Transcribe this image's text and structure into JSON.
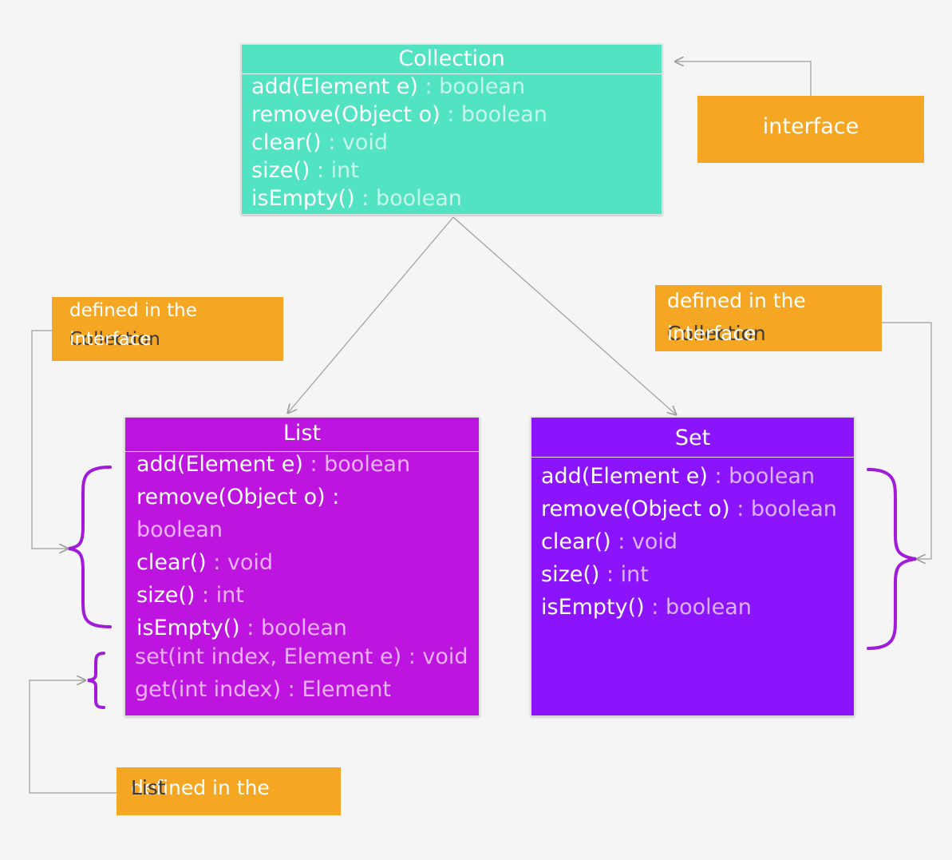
{
  "colors": {
    "background": "#f5f5f5",
    "collection": "#52e3c2",
    "list": "#be14e0",
    "set": "#8c14fc",
    "note": "#f5a623",
    "note_text": "#ffffff",
    "note_text_dark": "#3a3a3a",
    "brace": "#a01cd8",
    "connector": "#9e9e9e"
  },
  "collection": {
    "title": "Collection",
    "methods": [
      {
        "name": "add(Element e)",
        "type": " : boolean"
      },
      {
        "name": "remove(Object o)",
        "type": " : boolean"
      },
      {
        "name": "clear()",
        "type": " : void"
      },
      {
        "name": "size()",
        "type": " : int"
      },
      {
        "name": "isEmpty()",
        "type": " : boolean"
      }
    ]
  },
  "list": {
    "title": "List",
    "methods": [
      {
        "name": "add(Element e)",
        "type": " : boolean"
      },
      {
        "name": "remove(Object o) :",
        "type": ""
      },
      {
        "name": "",
        "type": "boolean"
      },
      {
        "name": "clear()",
        "type": " : void"
      },
      {
        "name": "size()",
        "type": " : int"
      },
      {
        "name": "isEmpty()",
        "type": " : boolean"
      }
    ],
    "extra_methods": [
      "set(int index, Element e) : void",
      "get(int index) : Element"
    ]
  },
  "set": {
    "title": "Set",
    "methods": [
      {
        "name": "add(Element e)",
        "type": " : boolean"
      },
      {
        "name": "remove(Object o)",
        "type": " : boolean"
      },
      {
        "name": "clear()",
        "type": " : void"
      },
      {
        "name": "size()",
        "type": " : int"
      },
      {
        "name": "isEmpty()",
        "type": " : boolean"
      }
    ]
  },
  "notes": {
    "interface": {
      "text": "interface"
    },
    "list_inherited": {
      "line1": "defined in the",
      "line2a": "Collection",
      "line2b": " interface"
    },
    "set_inherited": {
      "line1": "defined in the",
      "line2a": "Collection",
      "line2b": " interface"
    },
    "list_own": {
      "prefix": "defined in the ",
      "emph": "List"
    }
  }
}
